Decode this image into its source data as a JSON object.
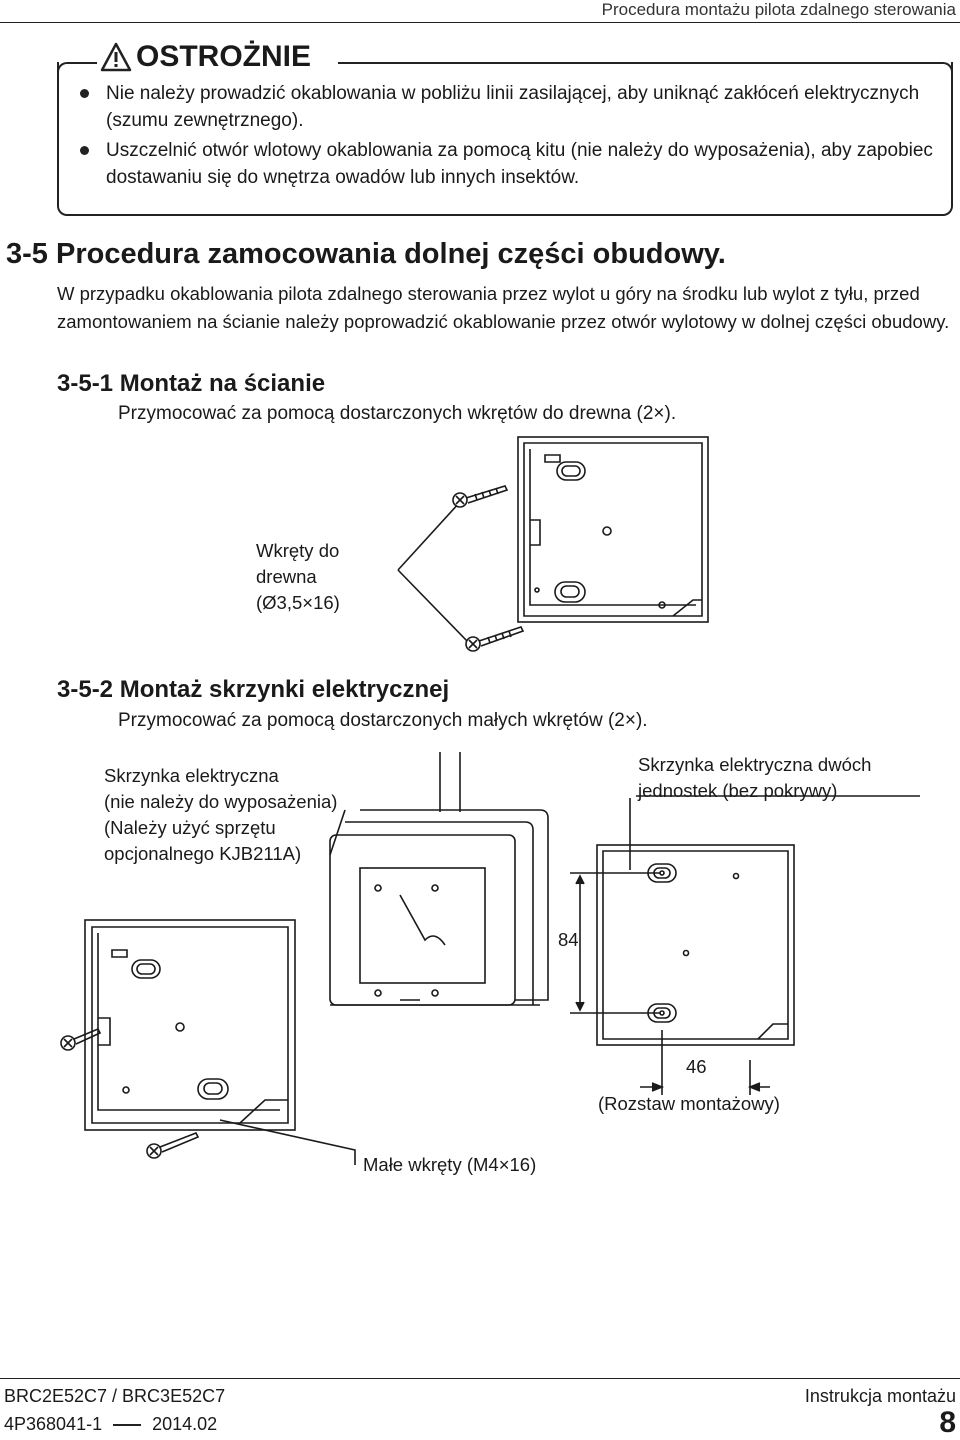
{
  "header": {
    "title": "Procedura montażu pilota zdalnego sterowania"
  },
  "caution": {
    "title": "OSTROŻNIE",
    "items": [
      "Nie należy prowadzić okablowania w pobliżu linii zasilającej, aby uniknąć zakłóceń elektrycznych (szumu zewnętrznego).",
      "Uszczelnić otwór wlotowy okablowania za pomocą kitu (nie należy do wyposażenia), aby zapobiec dostawaniu się do wnętrza owadów lub innych insektów."
    ]
  },
  "section": {
    "number": "3-5",
    "title": "Procedura zamocowania dolnej części obudowy.",
    "body": "W przypadku okablowania pilota zdalnego sterowania przez wylot u góry na środku lub wylot z tyłu, przed zamontowaniem na ścianie należy poprowadzić okablowanie przez otwór wylotowy w dolnej części obudowy."
  },
  "sub1": {
    "title": "3-5-1 Montaż na ścianie",
    "desc": "Przymocować za pomocą dostarczonych wkrętów do drewna (2×).",
    "label_lines": [
      "Wkręty do",
      "drewna",
      "(Ø3,5×16)"
    ]
  },
  "sub2": {
    "title": "3-5-2 Montaż skrzynki elektrycznej",
    "desc": "Przymocować za pomocą dostarczonych małych wkrętów (2×).",
    "box_label_lines": [
      "Skrzynka elektryczna",
      "(nie należy do wyposażenia)",
      "(Należy użyć sprzętu",
      "opcjonalnego KJB211A)"
    ],
    "double_box_label_lines": [
      "Skrzynka elektryczna dwóch",
      "jednostek (bez pokrywy)"
    ],
    "dim_vertical": "84",
    "dim_horizontal": "46",
    "spacing_label": "(Rozstaw montażowy)",
    "screws_label": "Małe wkręty (M4×16)"
  },
  "footer": {
    "model": "BRC2E52C7 / BRC3E52C7",
    "code": "4P368041-1",
    "date": "2014.02",
    "doc_type": "Instrukcja montażu",
    "page": "8"
  }
}
